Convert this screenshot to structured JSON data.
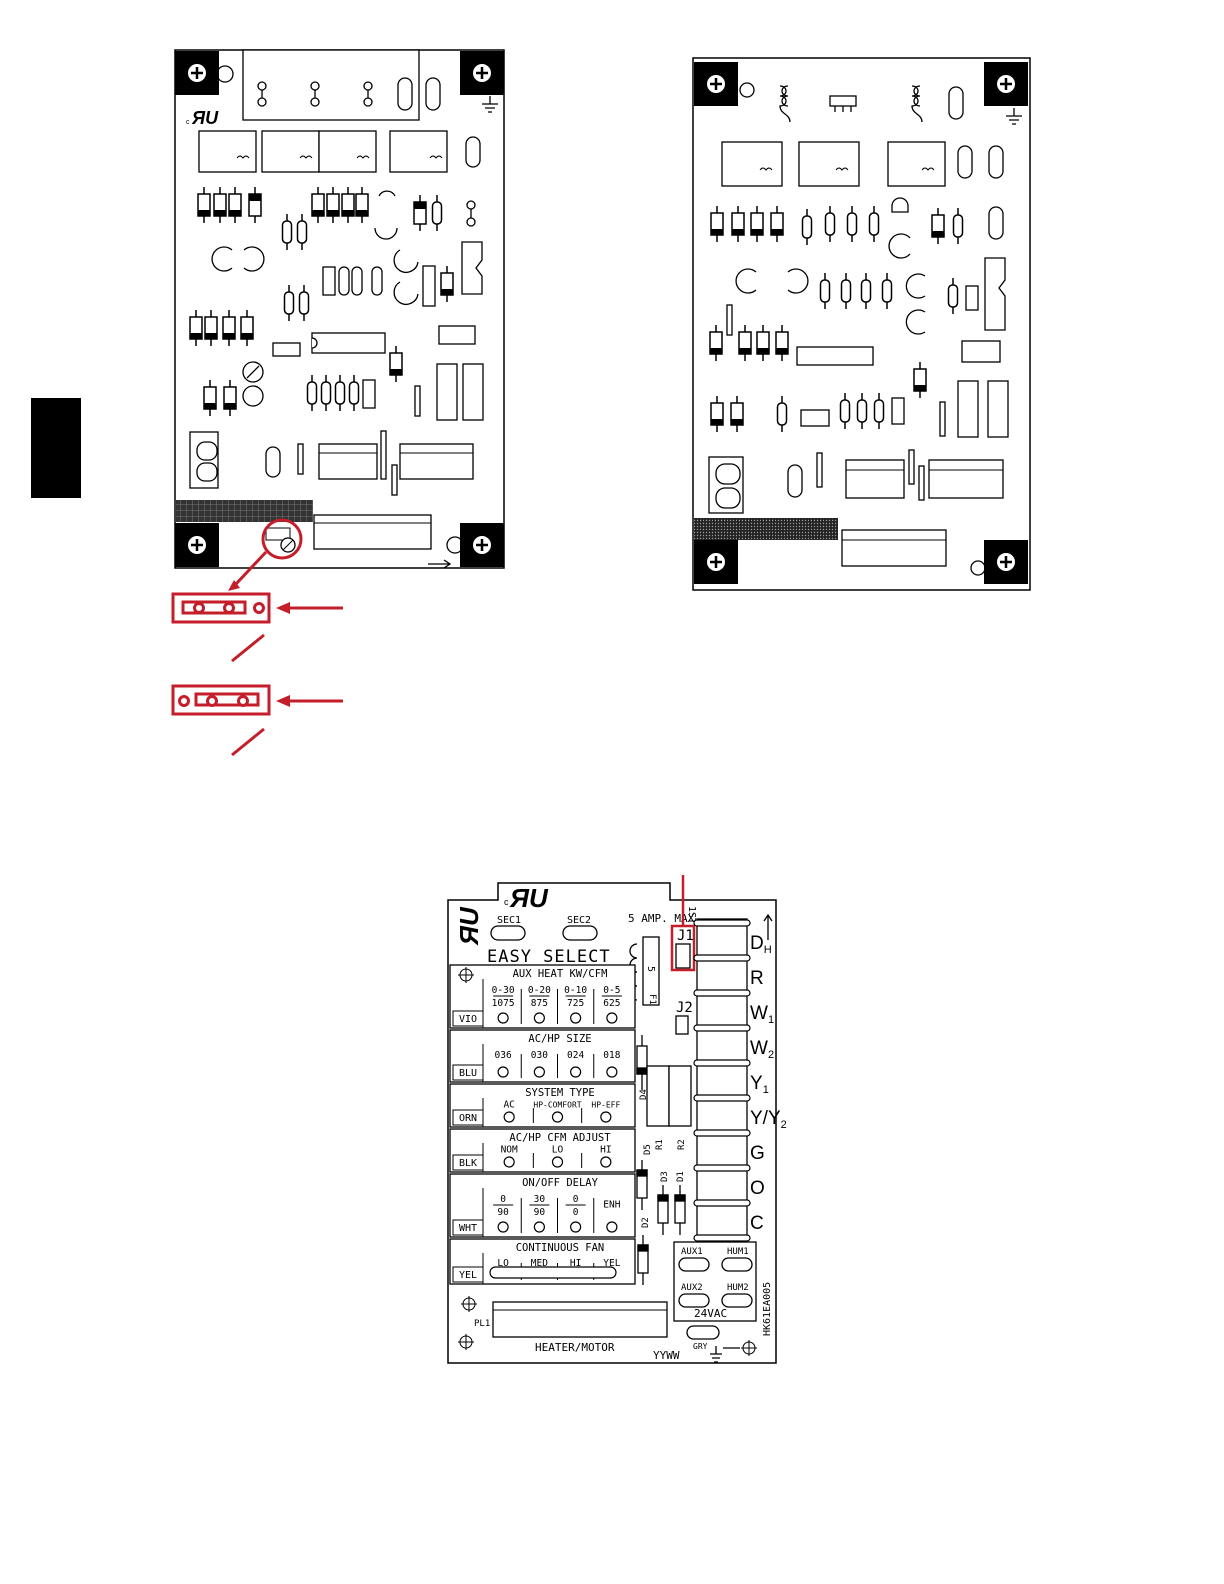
{
  "side_tab": {
    "color": "#000000"
  },
  "accent_color": "#c41e2a",
  "board_bottom": {
    "logo": "c UL",
    "easy_select": "EASY SELECT",
    "sec1": "SEC1",
    "sec2": "SEC2",
    "fuse": "5 AMP. MAX.",
    "fuse_num": "5",
    "fuse_f1": "F1",
    "j1": "J1",
    "j1_tag": "1ST",
    "j2": "J2",
    "sections": [
      {
        "title": "AUX HEAT KW/CFM",
        "wire": "VIO",
        "options": [
          {
            "top": "0-30",
            "bottom": "1075"
          },
          {
            "top": "0-20",
            "bottom": "875"
          },
          {
            "top": "0-10",
            "bottom": "725"
          },
          {
            "top": "0-5",
            "bottom": "625"
          }
        ]
      },
      {
        "title": "AC/HP SIZE",
        "wire": "BLU",
        "options": [
          {
            "top": "036"
          },
          {
            "top": "030"
          },
          {
            "top": "024"
          },
          {
            "top": "018"
          }
        ]
      },
      {
        "title": "SYSTEM TYPE",
        "wire": "ORN",
        "options": [
          {
            "top": "AC"
          },
          {
            "top": "HP-COMFORT"
          },
          {
            "top": "HP-EFF"
          }
        ]
      },
      {
        "title": "AC/HP CFM ADJUST",
        "wire": "BLK",
        "options": [
          {
            "top": "NOM"
          },
          {
            "top": "LO"
          },
          {
            "top": "HI"
          }
        ]
      },
      {
        "title": "ON/OFF DELAY",
        "wire": "WHT",
        "options": [
          {
            "top": "0",
            "bottom": "90"
          },
          {
            "top": "30",
            "bottom": "90"
          },
          {
            "top": "0",
            "bottom": "0"
          },
          {
            "top": "ENH"
          }
        ]
      },
      {
        "title": "CONTINUOUS FAN",
        "wire": "YEL",
        "options": [
          {
            "top": "LO"
          },
          {
            "top": "MED"
          },
          {
            "top": "HI"
          },
          {
            "top": "YEL"
          }
        ]
      }
    ],
    "terminals": [
      "D",
      "R",
      "W",
      "W",
      "Y",
      "Y/Y",
      "G",
      "O",
      "C"
    ],
    "terminal_subs": [
      "H",
      "",
      "1",
      "2",
      "1",
      "2",
      "",
      "",
      ""
    ],
    "diodes": [
      "D4",
      "D5",
      "R1",
      "R2",
      "D3",
      "D1",
      "D2"
    ],
    "aux_labels": [
      "AUX1",
      "HUM1",
      "AUX2",
      "HUM2"
    ],
    "volt": "24VAC",
    "part_no": "HK61EA005",
    "pl1": "PL1",
    "heater_motor": "HEATER/MOTOR",
    "date_code": "YYWW",
    "gry": "GRY"
  }
}
